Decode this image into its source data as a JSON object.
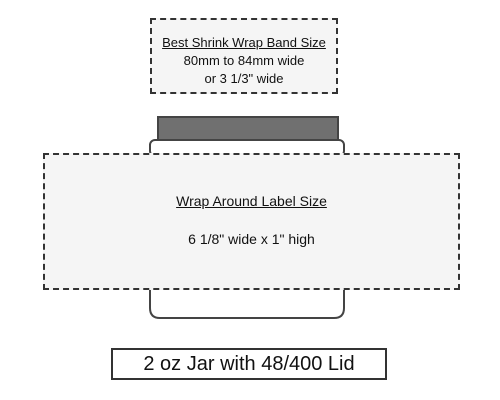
{
  "band_label": {
    "heading": "Best Shrink Wrap Band Size",
    "line1": "80mm to 84mm wide",
    "line2": "or 3 1/3\" wide"
  },
  "wrap_label": {
    "heading": "Wrap Around Label Size",
    "size": "6 1/8\" wide x 1\" high"
  },
  "caption": "2 oz Jar with 48/400 Lid",
  "colors": {
    "lid": "#707070",
    "jar_outline": "#444444",
    "box_fill": "#f5f5f5"
  }
}
